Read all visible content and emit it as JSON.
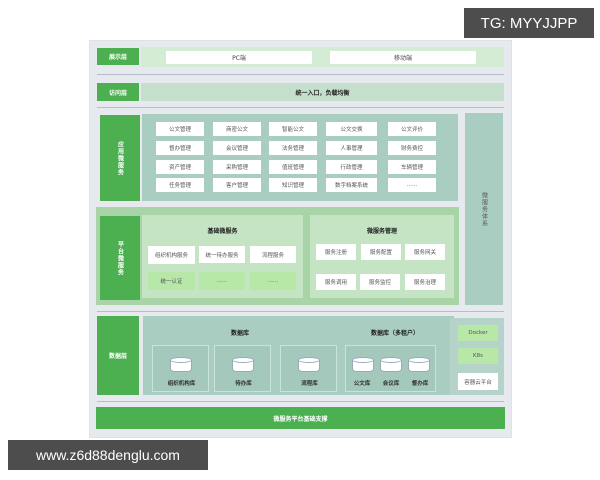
{
  "watermarks": {
    "top_right": "TG: MYYJJPP",
    "bottom_left": "www.z6d88denglu.com"
  },
  "colors": {
    "label_green": "#4caf50",
    "band_light_green": "#c8e6c9",
    "panel_grey_green": "#a9cdc1",
    "cell_light_green": "#b7e8a8",
    "frame_bg": "#e6eaee",
    "watermark_bg": "#4d4d4d"
  },
  "layers": {
    "presentation": {
      "label": "展示层",
      "items": [
        "PC端",
        "移动端"
      ]
    },
    "access": {
      "label": "访问层",
      "content": "统一入口，负载均衡"
    },
    "application": {
      "label": "应用微服务",
      "grid": [
        [
          "公文管理",
          "商密公文",
          "智能公文",
          "公文交换",
          "公文评价"
        ],
        [
          "督办管理",
          "会议管理",
          "法务管理",
          "人事管理",
          "财务费控"
        ],
        [
          "资产管理",
          "采购管理",
          "值班管理",
          "行政管理",
          "车辆管理"
        ],
        [
          "任务管理",
          "客户管理",
          "知识管理",
          "数字档案系统",
          "......"
        ]
      ]
    },
    "platform": {
      "label": "平台微服务",
      "basic": {
        "title": "基础微服务",
        "row1": [
          "组织机构服务",
          "统一待办服务",
          "流程服务"
        ],
        "row2": [
          "统一认证",
          "......",
          "......"
        ]
      },
      "management": {
        "title": "微服务管理",
        "row1": [
          "服务注册",
          "服务配置",
          "服务网关"
        ],
        "row2": [
          "服务调用",
          "服务监控",
          "服务治理"
        ]
      }
    },
    "data": {
      "label": "数据层",
      "db_title": "数据库",
      "db_multi_title": "数据库（多租户）",
      "databases": [
        "组织机构库",
        "待办库",
        "流程库"
      ],
      "multi_tenant_databases": [
        "公文库",
        "会议库",
        "督办库"
      ]
    },
    "side_system": {
      "label": "微服务体系"
    },
    "container": {
      "items": [
        "Docker",
        "K8s",
        "容器云平台"
      ]
    },
    "foundation": {
      "label": "微服务平台基础支撑"
    }
  }
}
